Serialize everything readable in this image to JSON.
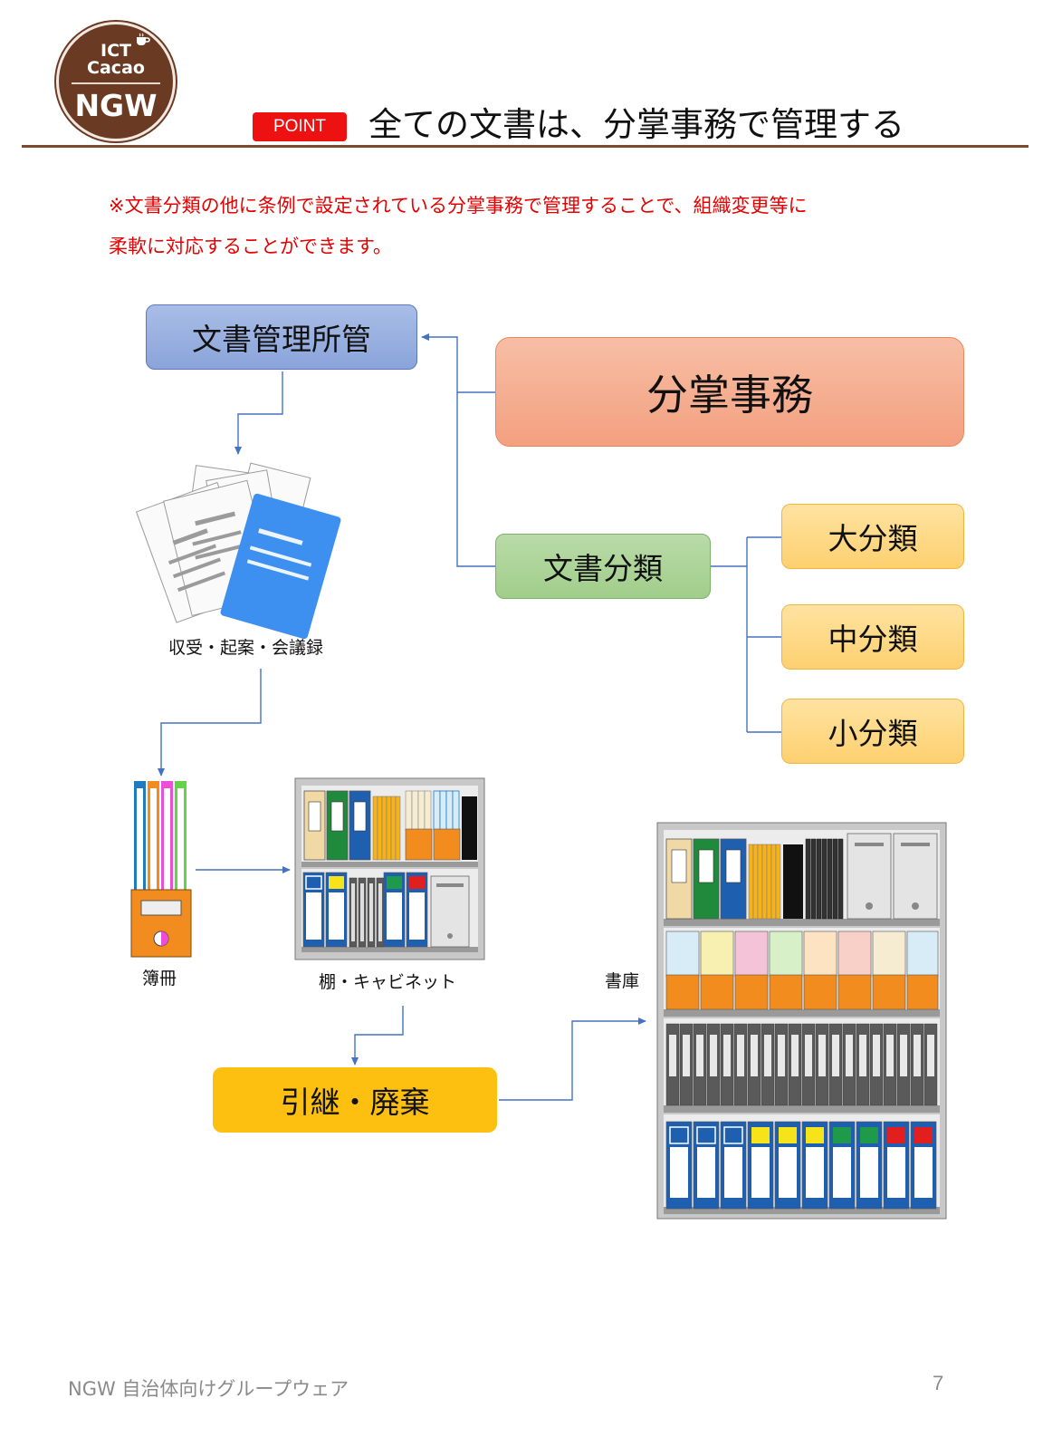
{
  "logo": {
    "line1": "ICT",
    "line2": "Cacao",
    "brand": "NGW"
  },
  "header": {
    "badge": "POINT",
    "title": "全ての文書は、分掌事務で管理する"
  },
  "note": {
    "line1": "※文書分類の他に条例で設定されている分掌事務で管理することで、組織変更等に",
    "line2": "柔軟に対応することができます。"
  },
  "diagram": {
    "management": "文書管理所管",
    "duties": "分掌事務",
    "classification": "文書分類",
    "large": "大分類",
    "medium": "中分類",
    "small": "小分類",
    "documents_caption": "収受・起案・会議録",
    "ledger_caption": "簿冊",
    "cabinet_caption": "棚・キャビネット",
    "transfer": "引継・廃棄",
    "archive_caption": "書庫"
  },
  "footer": {
    "text": "NGW 自治体向けグループウェア",
    "page": "7"
  },
  "colors": {
    "accent_red": "#ee1111",
    "rule_brown": "#7a4a30",
    "connector_blue": "#4472c4"
  }
}
